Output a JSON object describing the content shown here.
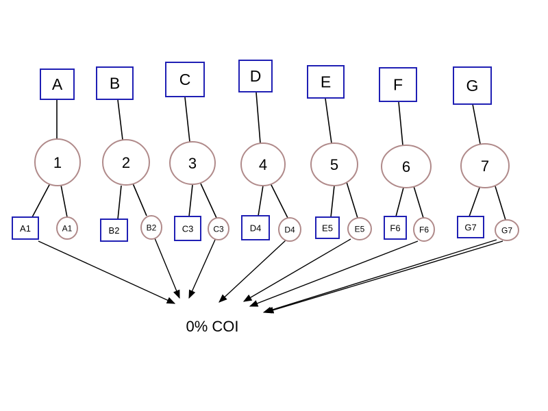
{
  "colors": {
    "box_stroke": "#1f1fb4",
    "circle_stroke": "#b08a8a",
    "line": "#000000"
  },
  "families": [
    {
      "parent": "A",
      "offspring": "1",
      "child_box": "A1",
      "child_circle": "A1"
    },
    {
      "parent": "B",
      "offspring": "2",
      "child_box": "B2",
      "child_circle": "B2"
    },
    {
      "parent": "C",
      "offspring": "3",
      "child_box": "C3",
      "child_circle": "C3"
    },
    {
      "parent": "D",
      "offspring": "4",
      "child_box": "D4",
      "child_circle": "D4"
    },
    {
      "parent": "E",
      "offspring": "5",
      "child_box": "E5",
      "child_circle": "E5"
    },
    {
      "parent": "F",
      "offspring": "6",
      "child_box": "F6",
      "child_circle": "F6"
    },
    {
      "parent": "G",
      "offspring": "7",
      "child_box": "G7",
      "child_circle": "G7"
    }
  ],
  "result_label": "0% COI"
}
